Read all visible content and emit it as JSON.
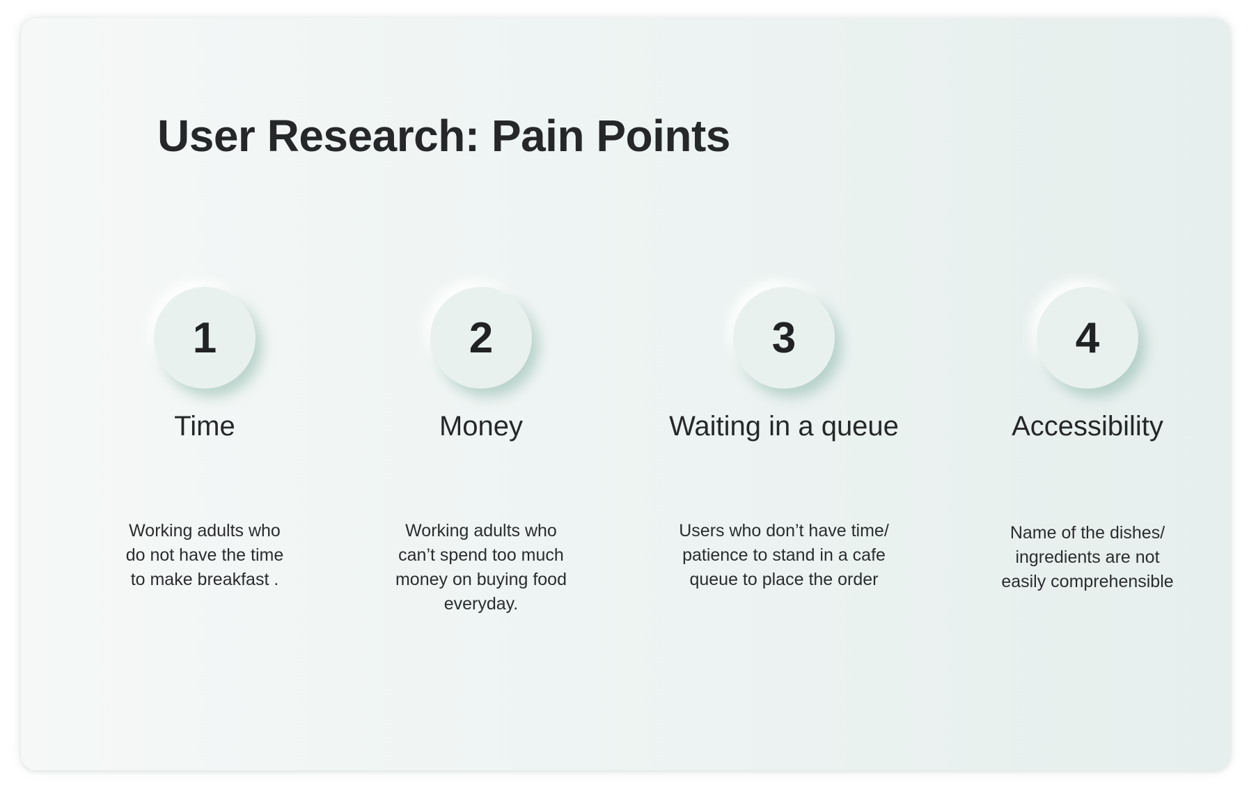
{
  "title": "User Research: Pain Points",
  "pain_points": [
    {
      "number": "1",
      "label": "Time",
      "description": "Working adults who\ndo not have the time\nto make breakfast ."
    },
    {
      "number": "2",
      "label": "Money",
      "description": "Working adults who\ncan’t spend too much\nmoney on buying food\neveryday."
    },
    {
      "number": "3",
      "label": "Waiting in a queue",
      "description": "Users who don’t have time/\npatience to stand in a cafe\nqueue to place the order"
    },
    {
      "number": "4",
      "label": "Accessibility",
      "description": "Name of the dishes/\ningredients are not\neasily comprehensible"
    }
  ]
}
